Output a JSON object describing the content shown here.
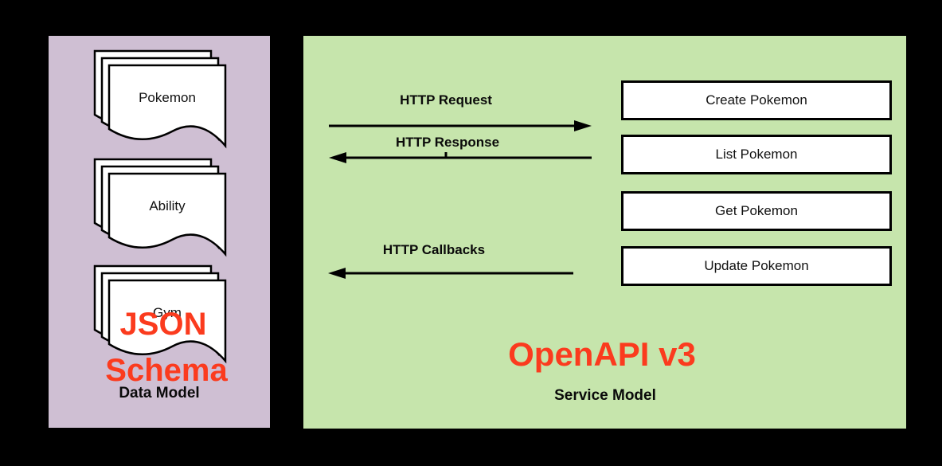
{
  "colors": {
    "background": "#000000",
    "data_model_bg": "#CFBFD3",
    "service_model_bg": "#C6E5AC",
    "accent": "#FB3B1E",
    "shape_fill": "#FFFFFF",
    "line": "#000000"
  },
  "data_model": {
    "documents": [
      "Pokemon",
      "Ability",
      "Gym"
    ],
    "overlay_line1": "JSON",
    "overlay_line2": "Schema",
    "caption": "Data Model"
  },
  "service_model": {
    "arrows": [
      {
        "label": "HTTP Request",
        "direction": "right"
      },
      {
        "label": "HTTP Response",
        "direction": "left"
      },
      {
        "label": "HTTP Callbacks",
        "direction": "left"
      }
    ],
    "operations": [
      "Create Pokemon",
      "List Pokemon",
      "Get Pokemon",
      "Update Pokemon"
    ],
    "title": "OpenAPI v3",
    "caption": "Service Model"
  }
}
